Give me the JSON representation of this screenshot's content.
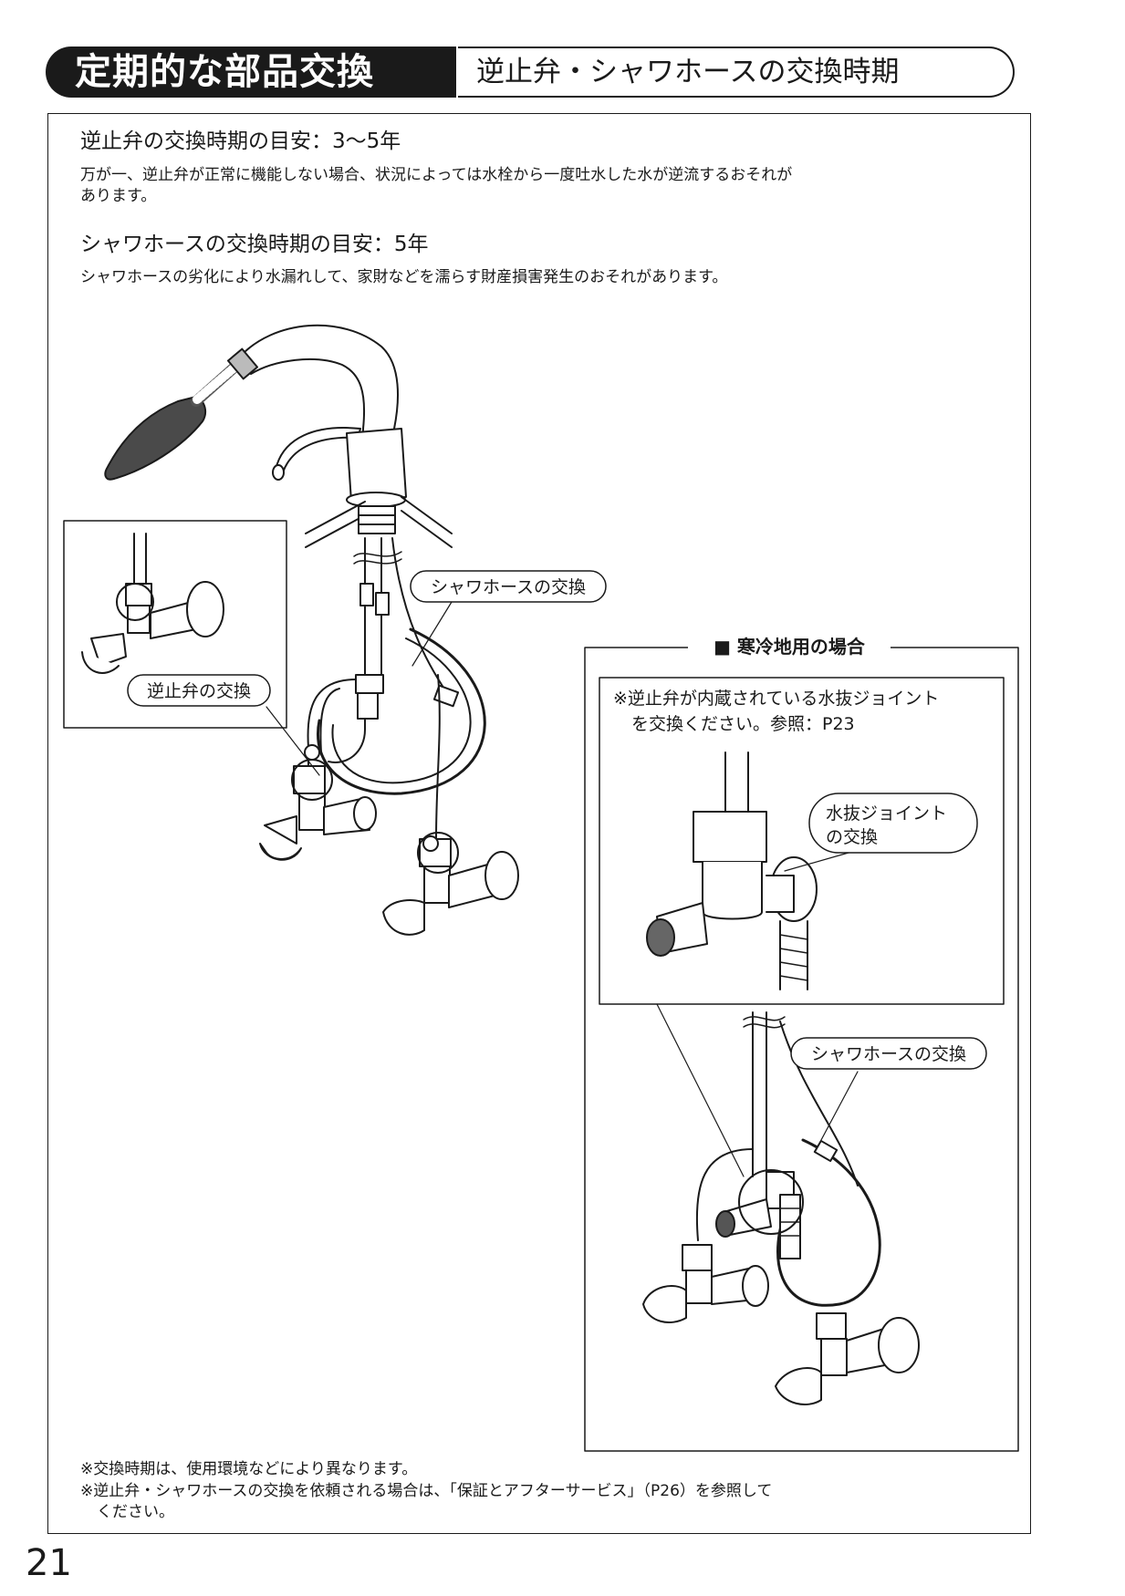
{
  "header": {
    "title": "定期的な部品交換",
    "subtitle": "逆止弁・シャワホースの交換時期"
  },
  "sections": {
    "check_valve": {
      "heading": "逆止弁の交換時期の目安：3〜5年",
      "body_line1": "万が一、逆止弁が正常に機能しない場合、状況によっては水栓から一度吐水した水が逆流するおそれが",
      "body_line2": "あります。"
    },
    "shower_hose": {
      "heading": "シャワホースの交換時期の目安：5年",
      "body": "シャワホースの劣化により水漏れして、家財などを濡らす財産損害発生のおそれがあります。"
    }
  },
  "diagram": {
    "callout_shower_hose": "シャワホースの交換",
    "callout_check_valve": "逆止弁の交換",
    "cold_region_title": "■ 寒冷地用の場合",
    "cold_note_line1": "※逆止弁が内蔵されている水抜ジョイント",
    "cold_note_line2": "を交換ください。参照：P23",
    "callout_drain_joint_line1": "水抜ジョイント",
    "callout_drain_joint_line2": "の交換",
    "callout_shower_hose_2": "シャワホースの交換"
  },
  "footer_notes": {
    "note1": "※交換時期は、使用環境などにより異なります。",
    "note2_line1": "※逆止弁・シャワホースの交換を依頼される場合は、「保証とアフターサービス」（P26）を参照して",
    "note2_line2": "ください。"
  },
  "page_number": "21"
}
